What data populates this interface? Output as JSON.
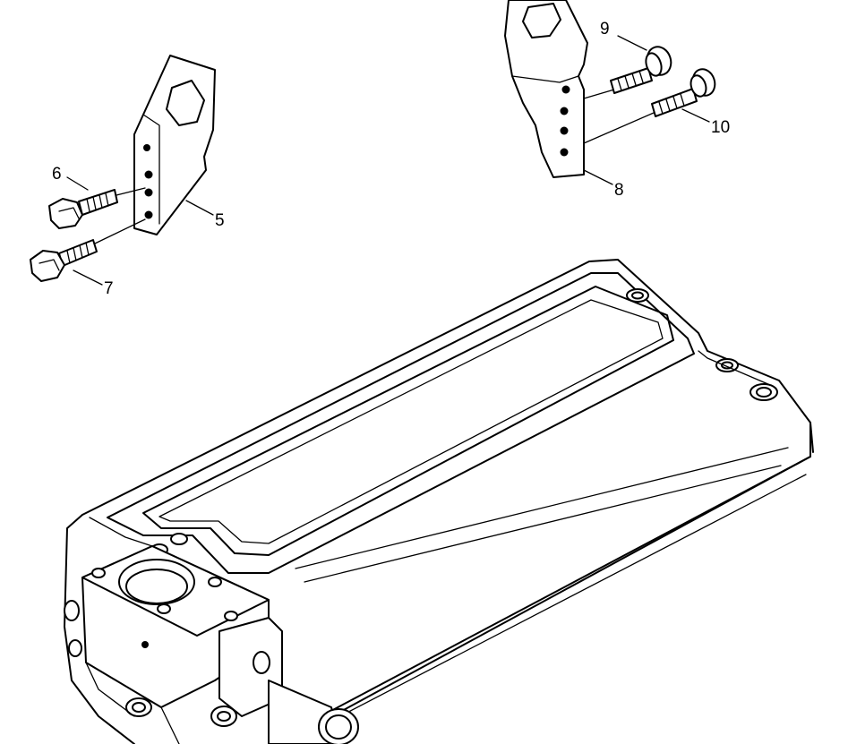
{
  "callouts": {
    "c5": "5",
    "c6": "6",
    "c7": "7",
    "c8": "8",
    "c9": "9",
    "c10": "10"
  }
}
